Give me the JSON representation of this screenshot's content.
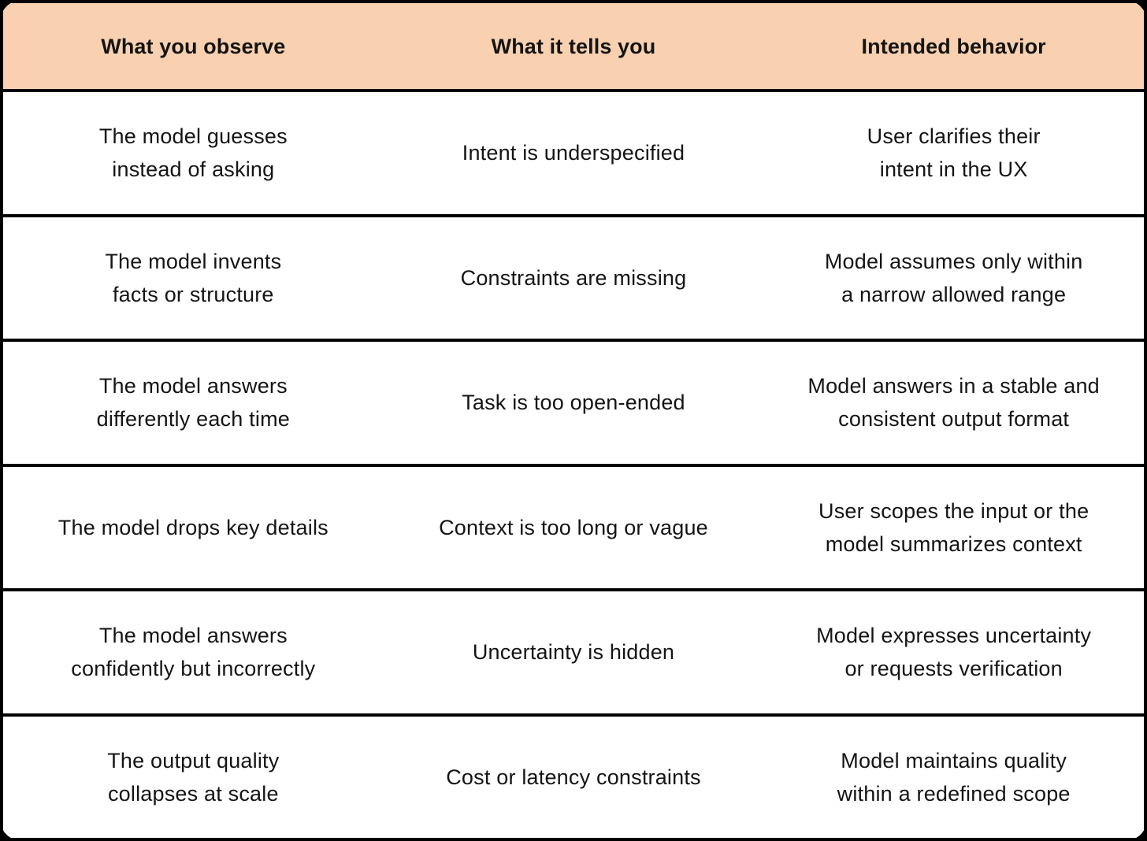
{
  "colors": {
    "header_bg": "#fad1b0",
    "row_bg": "#ffffff",
    "grid_and_border": "#000000",
    "text": "#141414"
  },
  "chart_data": {
    "type": "table",
    "title": "",
    "columns": [
      "What you observe",
      "What it tells you",
      "Intended behavior"
    ],
    "rows": [
      [
        "The model guesses instead of asking",
        "Intent is underspecified",
        "User clarifies their intent in the UX"
      ],
      [
        "The model invents facts or structure",
        "Constraints are missing",
        "Model assumes only within a narrow allowed range"
      ],
      [
        "The model answers differently each time",
        "Task is too open-ended",
        "Model answers in a stable and consistent output format"
      ],
      [
        "The model drops key details",
        "Context is too long or vague",
        "User scopes the input or the model summarizes context"
      ],
      [
        "The model answers confidently but incorrectly",
        "Uncertainty is hidden",
        "Model expresses uncertainty or requests verification"
      ],
      [
        "The output quality collapses at scale",
        "Cost or latency constraints",
        "Model maintains quality within a redefined scope"
      ]
    ]
  },
  "table": {
    "columns": [
      "What you observe",
      "What it tells you",
      "Intended behavior"
    ],
    "rows": [
      {
        "cells": [
          "The model guesses\ninstead of asking",
          "Intent is underspecified",
          "User clarifies their\nintent in the UX"
        ]
      },
      {
        "cells": [
          "The model invents\nfacts or structure",
          "Constraints are missing",
          "Model assumes only within\na narrow allowed range"
        ]
      },
      {
        "cells": [
          "The model answers\ndifferently each time",
          "Task is too open-ended",
          "Model answers in a stable and\nconsistent output format"
        ]
      },
      {
        "cells": [
          "The model drops key details",
          "Context is too long or vague",
          "User scopes the input or the\nmodel summarizes context"
        ]
      },
      {
        "cells": [
          "The model answers\nconfidently but incorrectly",
          "Uncertainty is hidden",
          "Model expresses uncertainty\nor requests verification"
        ]
      },
      {
        "cells": [
          "The output quality\ncollapses at scale",
          "Cost or latency constraints",
          "Model maintains quality\nwithin a redefined scope"
        ]
      }
    ]
  }
}
